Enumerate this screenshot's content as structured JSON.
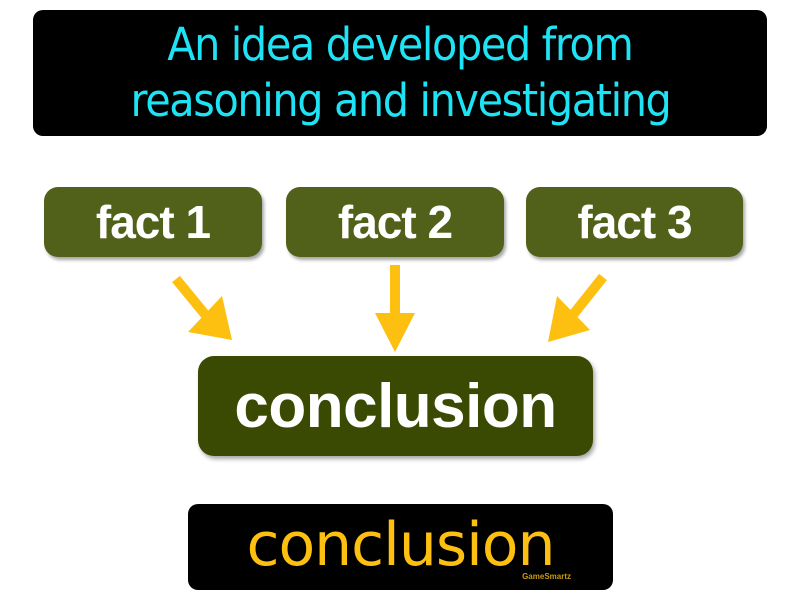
{
  "definition": {
    "lines": [
      "An idea developed from",
      "reasoning and investigating"
    ],
    "text_color": "#1ee3f5",
    "background": "#000000"
  },
  "facts": [
    {
      "label": "fact 1"
    },
    {
      "label": "fact 2"
    },
    {
      "label": "fact 3"
    }
  ],
  "conclusion_box": {
    "label": "conclusion",
    "background": "#3b4a03"
  },
  "term": {
    "word": "conclusion",
    "text_color": "#fdc010",
    "brand": "GameSmartz"
  },
  "colors": {
    "fact_box": "#526119",
    "arrow": "#fdc010"
  }
}
